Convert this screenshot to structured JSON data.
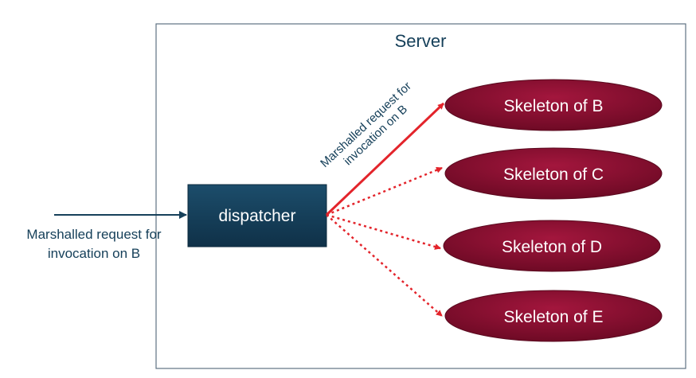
{
  "server": {
    "title": "Server"
  },
  "dispatcher": {
    "label": "dispatcher"
  },
  "incoming": {
    "line1": "Marshalled request for",
    "line2": "invocation on B"
  },
  "forwarded": {
    "line1": "Marshalled request for",
    "line2": "invocation on B"
  },
  "skeletons": [
    {
      "label": "Skeleton of B",
      "active": true
    },
    {
      "label": "Skeleton of C",
      "active": false
    },
    {
      "label": "Skeleton of D",
      "active": false
    },
    {
      "label": "Skeleton of E",
      "active": false
    }
  ],
  "colors": {
    "dispatcher_fill": "#16405a",
    "skeleton_fill": "#8b1030",
    "active_arrow": "#e3242b",
    "inactive_arrow": "#e3242b",
    "incoming_arrow": "#16405a"
  }
}
